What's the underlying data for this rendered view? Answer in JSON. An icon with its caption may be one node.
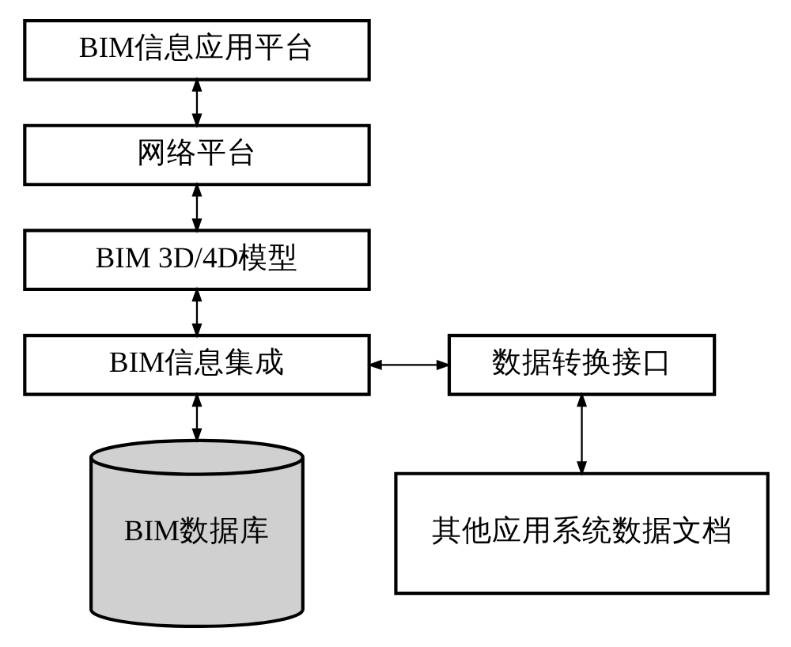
{
  "diagram": {
    "nodes": [
      {
        "text": [
          "BIM信息应用平台"
        ]
      },
      {
        "text": [
          "网络平台"
        ]
      },
      {
        "text": [
          "BIM 3D/4D模型"
        ]
      },
      {
        "text": [
          "BIM信息集成"
        ]
      },
      {
        "text": [
          "BIM数据库"
        ]
      },
      {
        "text": [
          "数据转换接口"
        ]
      },
      {
        "text": [
          "其他应用系统数据文档"
        ]
      }
    ],
    "edges": [
      {
        "from": 0,
        "to": 1,
        "arrow": "both"
      },
      {
        "from": 1,
        "to": 2,
        "arrow": "both"
      },
      {
        "from": 2,
        "to": 3,
        "arrow": "both"
      },
      {
        "from": 3,
        "to": 4,
        "arrow": "both"
      },
      {
        "from": 3,
        "to": 5,
        "arrow": "both"
      },
      {
        "from": 5,
        "to": 6,
        "arrow": "both"
      }
    ]
  }
}
